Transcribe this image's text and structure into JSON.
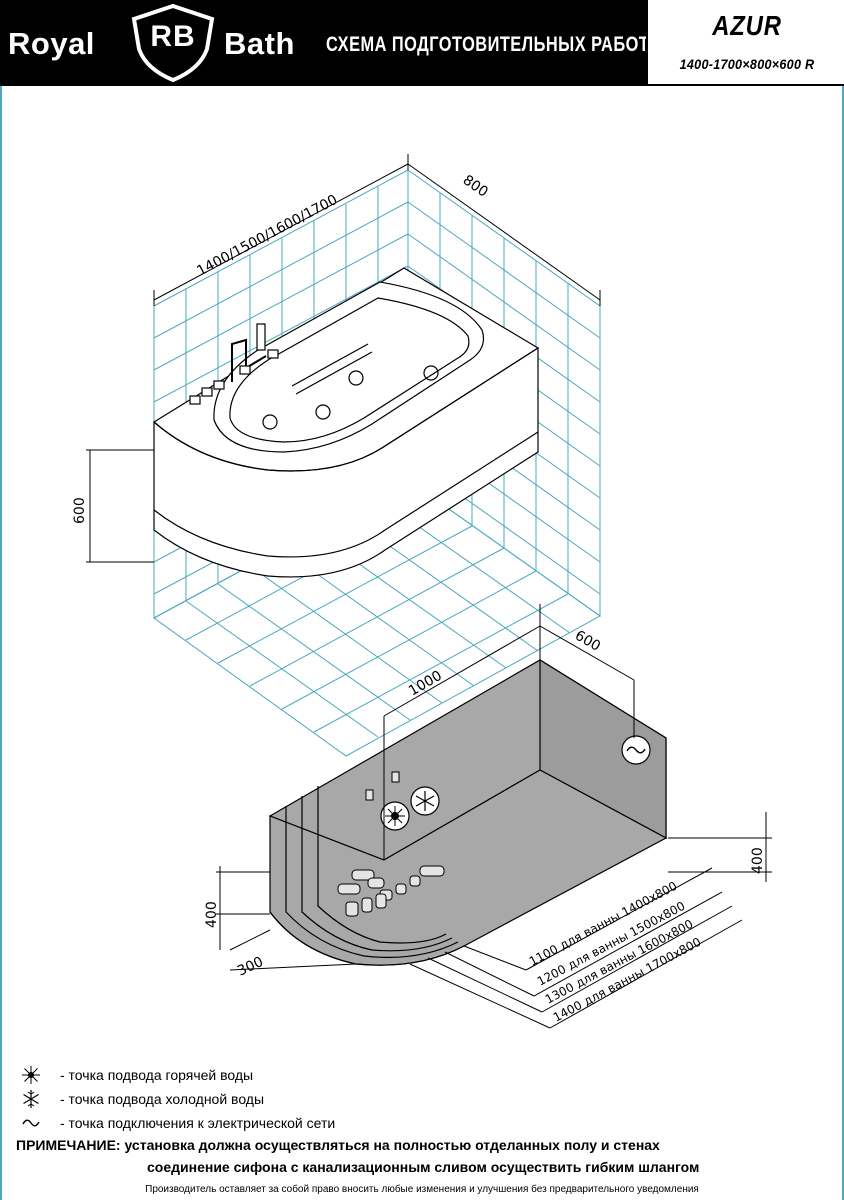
{
  "header": {
    "logo_left": "Royal",
    "logo_mark": "RB",
    "logo_right": "Bath",
    "title": "СХЕМА ПОДГОТОВИТЕЛЬНЫХ РАБОТ",
    "model": "AZUR",
    "model_dims": "1400-1700×800×600 R"
  },
  "top_view": {
    "dim_length": "1400/1500/1600/1700",
    "dim_width": "800",
    "dim_height": "600"
  },
  "bottom_view": {
    "dim_1000": "1000",
    "dim_600": "600",
    "dim_400_right": "400",
    "dim_400_left": "400",
    "dim_300": "300",
    "placements": [
      "1100 для ванны 1400х800",
      "1200 для ванны 1500х800",
      "1300 для ванны 1600х800",
      "1400 для ванны 1700х800"
    ]
  },
  "legend": [
    {
      "icon": "hot-water-icon",
      "text": "- точка подвода горячей воды"
    },
    {
      "icon": "cold-water-icon",
      "text": "- точка подвода холодной воды"
    },
    {
      "icon": "power-outlet-icon",
      "text": "- точка подключения к электрической сети"
    }
  ],
  "note": {
    "label": "ПРИМЕЧАНИЕ:",
    "line1": "установка должна осуществляться на полностью отделанных полу и стенах",
    "line2": "соединение сифона с канализационным сливом осуществить гибким шлангом"
  },
  "footer": "Производитель оставляет за собой право вносить любые изменения и улучшения без предварительного уведомления",
  "colors": {
    "tile": "#4aa8c0",
    "panel": "#a8a8a8",
    "panel_dark": "#8f8f8f"
  }
}
